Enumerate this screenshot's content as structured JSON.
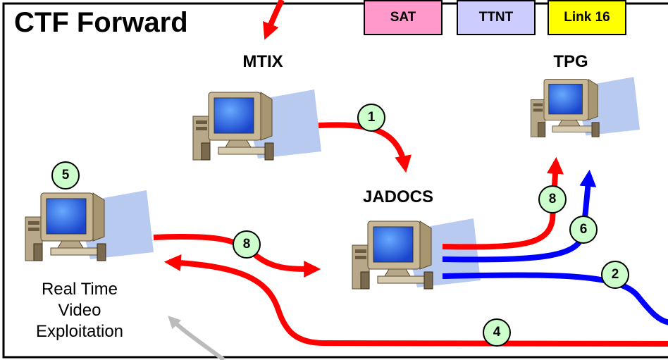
{
  "title": "CTF Forward",
  "tags": [
    {
      "label": "SAT",
      "color": "#ff99cc"
    },
    {
      "label": "TTNT",
      "color": "#ccccff"
    },
    {
      "label": "Link 16",
      "color": "#ffff00"
    }
  ],
  "nodes": {
    "mtix": "MTIX",
    "tpg": "TPG",
    "jadocs": "JADOCS",
    "rtve": [
      "Real Time",
      "Video",
      "Exploitation"
    ]
  },
  "steps": [
    "1",
    "5",
    "8",
    "8",
    "6",
    "2",
    "4"
  ],
  "colors": {
    "red_path": "#ff0000",
    "blue_path": "#0000ff",
    "gray_path": "#bbbbbb",
    "step_fill": "#ccffcc",
    "screen": "#3366ff"
  }
}
